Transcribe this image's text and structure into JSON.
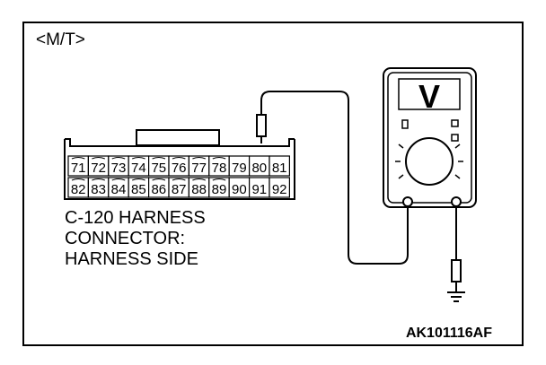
{
  "header": {
    "variant": "<M/T>"
  },
  "connector": {
    "caption_lines": [
      "C-120 HARNESS",
      "CONNECTOR:",
      "HARNESS SIDE"
    ],
    "top_row": [
      "71",
      "72",
      "73",
      "74",
      "75",
      "76",
      "77",
      "78",
      "79",
      "80",
      "81"
    ],
    "bottom_row": [
      "82",
      "83",
      "84",
      "85",
      "86",
      "87",
      "88",
      "89",
      "90",
      "91",
      "92"
    ],
    "probed_pin": "80"
  },
  "meter": {
    "display": "V",
    "icon": "voltmeter-icon"
  },
  "ground": {
    "icon": "ground-symbol-icon"
  },
  "footer": {
    "figure_id": "AK101116AF"
  }
}
